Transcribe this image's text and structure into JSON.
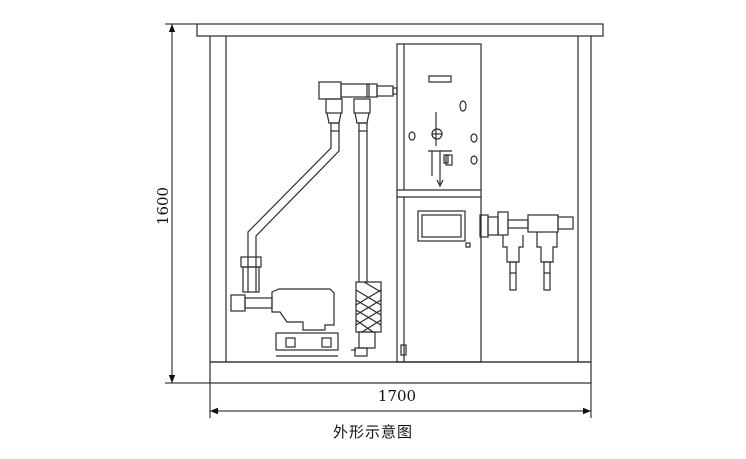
{
  "dimensions": {
    "height": "1600",
    "width": "1700"
  },
  "caption": "外形示意图",
  "colors": {
    "line": "#2b2b2b",
    "background": "#ffffff"
  }
}
